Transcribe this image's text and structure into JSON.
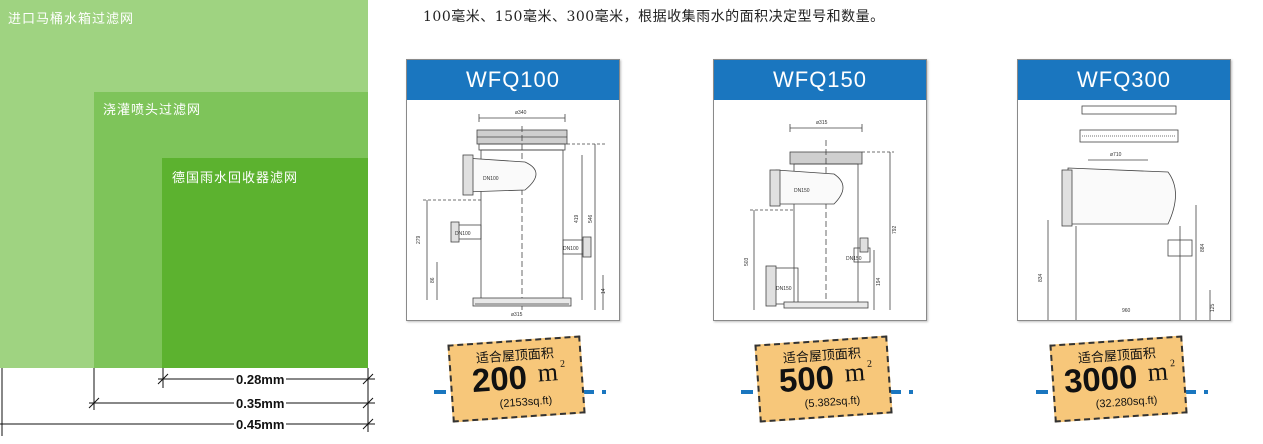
{
  "intro_text": "100毫米、150毫米、300毫米，根据收集雨水的面积决定型号和数量。",
  "mesh": {
    "levels": [
      {
        "label": "进口马桶水箱过滤网",
        "dim": "0.45mm"
      },
      {
        "label": "浇灌喷头过滤网",
        "dim": "0.35mm"
      },
      {
        "label": "德国雨水回收器滤网",
        "dim": "0.28mm"
      }
    ]
  },
  "products": [
    {
      "model": "WFQ100",
      "tag_heading": "适合屋顶面积",
      "area": "200",
      "unit": "m",
      "unit_sup": "2",
      "area_imperial": "(2153sq.ft)",
      "labels": {
        "top": "ø340",
        "inlet": "DN100",
        "side_pipe": "DN100",
        "outlet": "DN100",
        "bottom": "ø315",
        "dim_left": "279",
        "dim_left2": "86",
        "dim_right1": "419",
        "dim_right2": "546",
        "dim_right3": "14"
      }
    },
    {
      "model": "WFQ150",
      "tag_heading": "适合屋顶面积",
      "area": "500",
      "unit": "m",
      "unit_sup": "2",
      "area_imperial": "(5.382sq.ft)",
      "labels": {
        "top": "ø315",
        "inlet": "DN150",
        "outlet": "DN150",
        "bottom_pipe": "DN150",
        "dim_left": "503",
        "dim_right1": "792",
        "dim_right2": "194"
      }
    },
    {
      "model": "WFQ300",
      "tag_heading": "适合屋顶面积",
      "area": "3000",
      "unit": "m",
      "unit_sup": "2",
      "area_imperial": "(32.280sq.ft)",
      "labels": {
        "top": "ø710",
        "bottom": "960",
        "dim_left": "834",
        "dim_right1": "884",
        "dim_right2": "125"
      }
    }
  ],
  "colors": {
    "mesh_outer": "#9fd381",
    "mesh_mid": "#7ec45a",
    "mesh_inner": "#5cb22f",
    "card_header": "#1a76bf",
    "tag_fill": "#f7c77a"
  }
}
